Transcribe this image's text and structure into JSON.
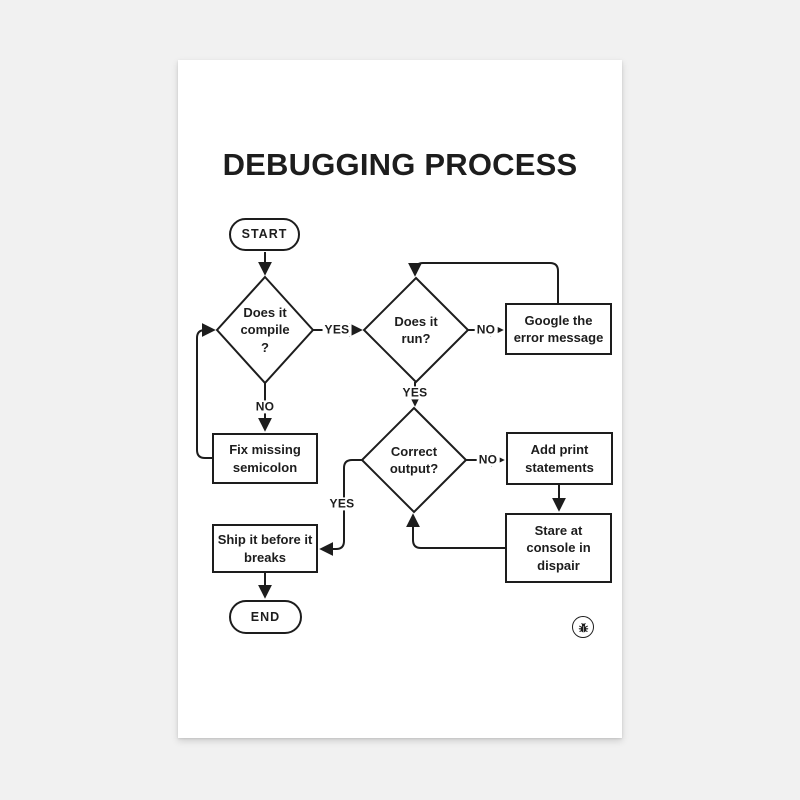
{
  "title": "DEBUGGING PROCESS",
  "nodes": {
    "start": "START",
    "compile": "Does it\ncompile\n?",
    "run": "Does it\nrun?",
    "google": "Google the\nerror message",
    "fix": "Fix missing\nsemicolon",
    "correct": "Correct\noutput?",
    "addprint": "Add print\nstatements",
    "stare": "Stare at\nconsole in\ndispair",
    "ship": "Ship it before it\nbreaks",
    "end": "END"
  },
  "edge_labels": {
    "compile_yes": "YES",
    "compile_no": "NO",
    "run_no": "NO",
    "run_yes": "YES",
    "correct_no": "NO",
    "correct_yes": "YES"
  },
  "icons": {
    "footer": "bug-icon"
  },
  "colors": {
    "page_background": "#f1f1f1",
    "paper": "#ffffff",
    "ink": "#1d1d1d"
  }
}
